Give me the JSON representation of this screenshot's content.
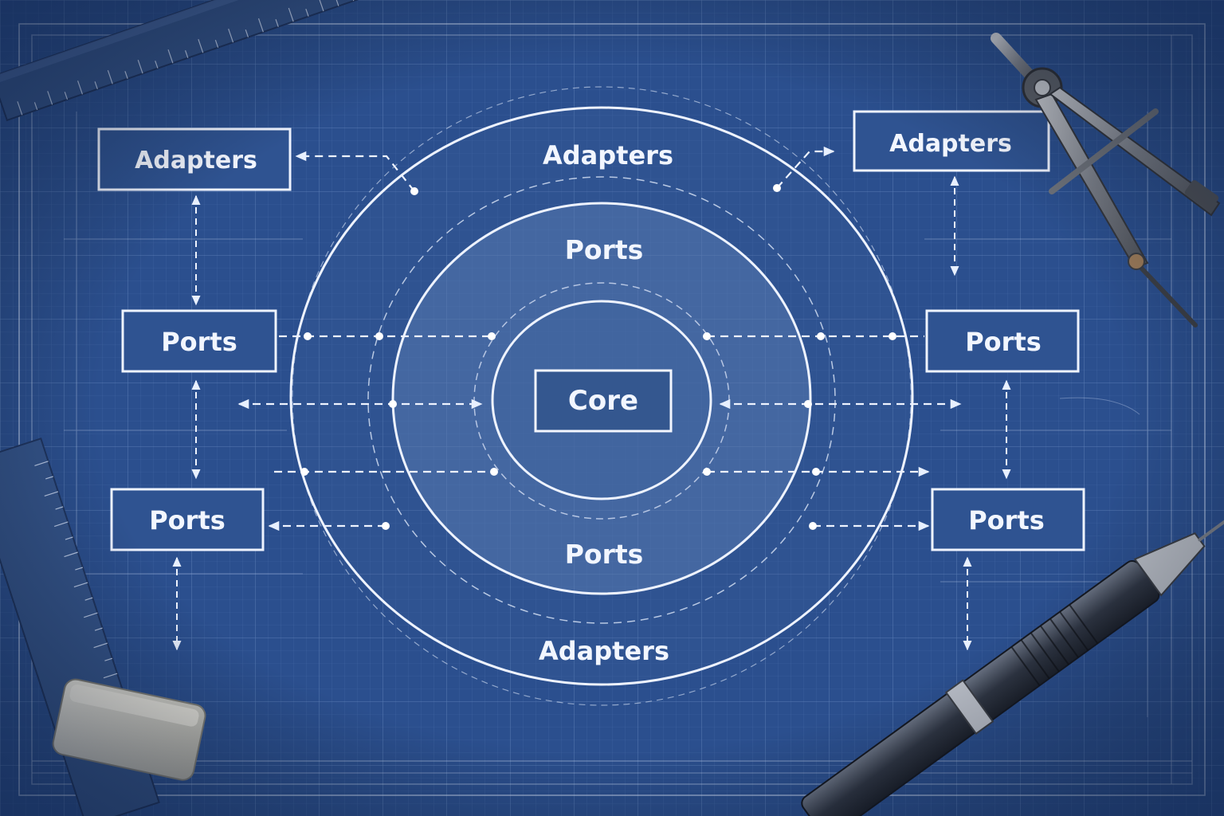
{
  "diagram": {
    "core": {
      "label": "Core"
    },
    "rings": {
      "adapters_top": "Adapters",
      "ports_top": "Ports",
      "ports_bottom": "Ports",
      "adapters_bottom": "Adapters"
    },
    "side_boxes": {
      "left_adapters": "Adapters",
      "left_ports_upper": "Ports",
      "left_ports_lower": "Ports",
      "right_adapters": "Adapters",
      "right_ports_upper": "Ports",
      "right_ports_lower": "Ports"
    }
  },
  "theme": {
    "paper": "#2b4f8e",
    "line": "#e8f0ff",
    "grid": "#6f8fc4"
  },
  "tools": [
    "ruler",
    "compass",
    "eraser",
    "mechanical-pencil"
  ]
}
